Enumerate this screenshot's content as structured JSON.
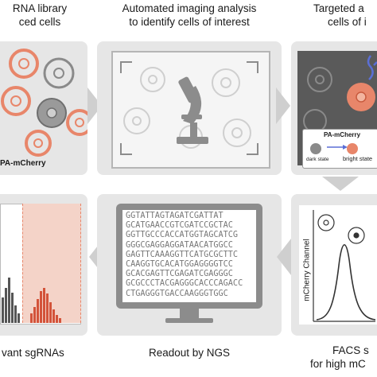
{
  "steps": {
    "step1": {
      "line1": "RNA library",
      "line2": "ced cells",
      "tag": "PA-mCherry"
    },
    "step2": {
      "line1": "Automated imaging analysis",
      "line2": "to identify cells of interest"
    },
    "step3": {
      "line1": "Targeted a",
      "line2": "cells of i",
      "legend": {
        "title": "PA-mCherry",
        "dark": "dark state",
        "bright": "bright state"
      }
    },
    "step4": {
      "line1": "FACS s",
      "line2": "for high mC",
      "ylabel": "mCherry Channel"
    },
    "step5": {
      "label": "Readout by NGS",
      "sequence_lines": [
        "GGTATTAGTAGATCGATTAT",
        "GCATGAACCGTCGATCCGCTAC",
        "GGTTGCCCACCATGGTAGCATCG",
        "GGGCGAGGAGGATAACATGGCC",
        "GAGTTCAAAGGTTCATGCGCTTC",
        "CAAGGTGCACATGGAGGGGTCC",
        "GCACGAGTTCGAGATCGAGGGC",
        "GCGCCCTACGAGGGCACCCAGACC",
        "CTGAGGGTGACCAAGGGTGGC"
      ]
    },
    "step6": {
      "label": "vant sgRNAs"
    }
  },
  "colors": {
    "panel_bg": "#e6e6e6",
    "arrow": "#cfcfcf",
    "accent_salmon": "#e8866a",
    "mcherry_red": "#d3533a",
    "histogram_highlight": "#f4d3c8"
  }
}
